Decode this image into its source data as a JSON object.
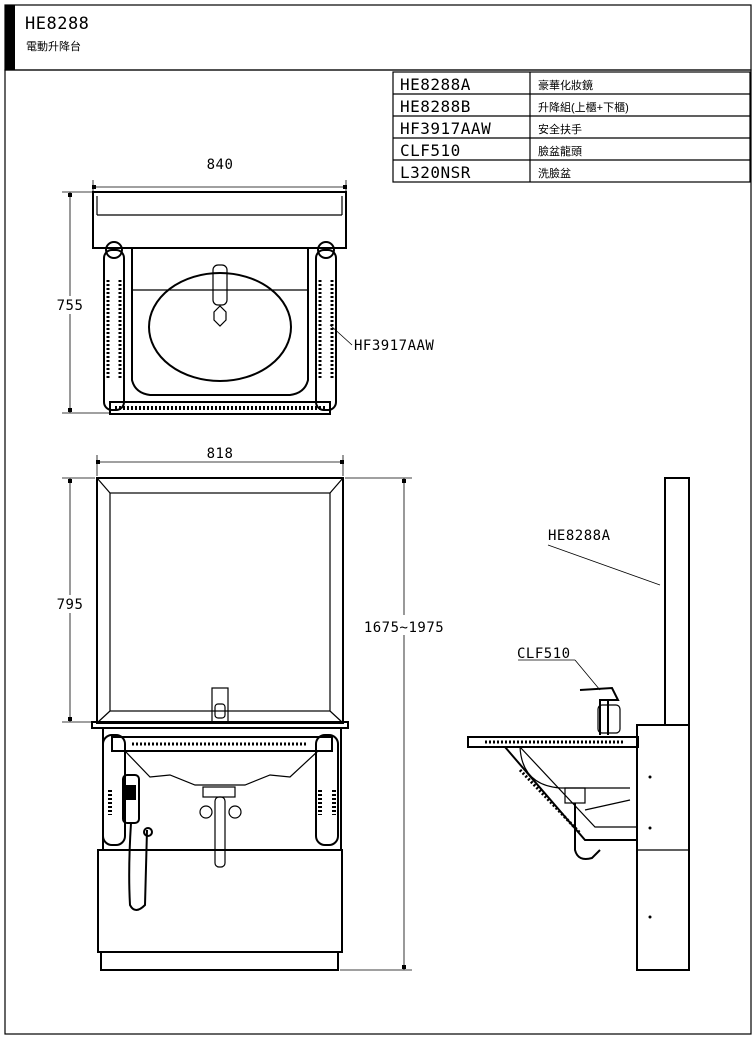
{
  "header": {
    "model": "HE8288",
    "subtitle": "電動升降台"
  },
  "parts_table": [
    {
      "code": "HE8288A",
      "name": "豪華化妝鏡"
    },
    {
      "code": "HE8288B",
      "name": "升降組(上櫃+下櫃)"
    },
    {
      "code": "HF3917AAW",
      "name": "安全扶手"
    },
    {
      "code": "CLF510",
      "name": "臉盆龍頭"
    },
    {
      "code": "L320NSR",
      "name": "洗臉盆"
    }
  ],
  "dimensions": {
    "top_width": "840",
    "top_depth": "755",
    "front_width": "818",
    "mirror_height": "795",
    "total_height": "1675~1975"
  },
  "callouts": {
    "handrail": "HF3917AAW",
    "mirror": "HE8288A",
    "faucet": "CLF510"
  }
}
